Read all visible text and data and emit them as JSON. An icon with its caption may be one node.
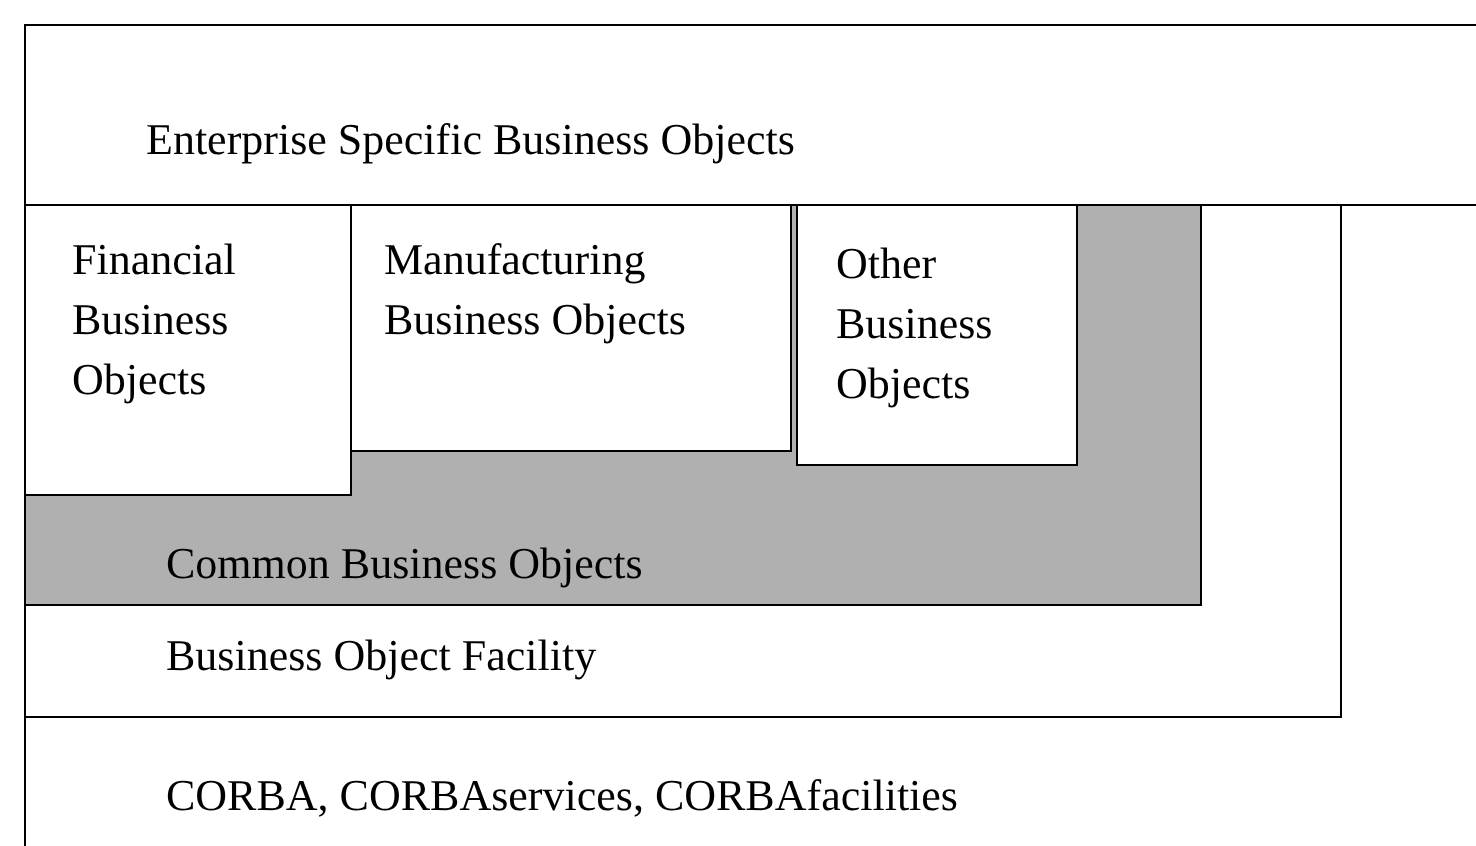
{
  "diagram": {
    "nodes": [
      {
        "text": [
          "CORBA, CORBAservices, CORBAfacilities"
        ]
      },
      {
        "text": [
          "Enterprise Specific Business Objects"
        ],
        "in": 0
      },
      {
        "text": [
          "Business Object Facility"
        ],
        "in": 0
      },
      {
        "text": [
          "Common Business Objects"
        ],
        "in": 2
      },
      {
        "text": [
          "Financial Business Objects"
        ],
        "in": 3
      },
      {
        "text": [
          "Manufacturing Business Objects"
        ],
        "in": 3
      },
      {
        "text": [
          "Other Business Objects"
        ],
        "in": 3
      }
    ]
  }
}
